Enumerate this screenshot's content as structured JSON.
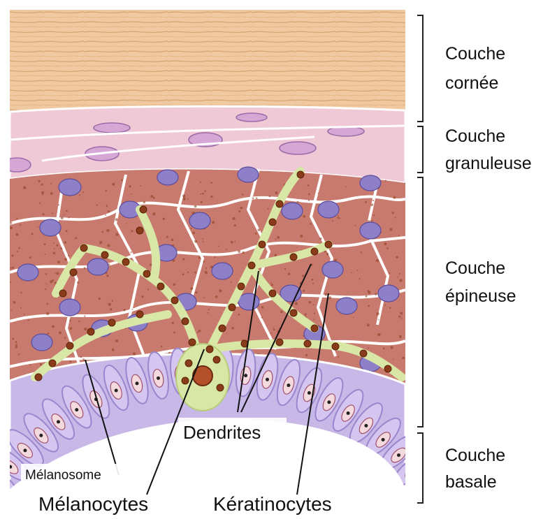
{
  "diagram": {
    "layers": [
      {
        "id": "cornee",
        "lines": [
          "Couche",
          "cornée"
        ]
      },
      {
        "id": "granuleuse",
        "lines": [
          "Couche",
          "granuleuse"
        ]
      },
      {
        "id": "epineuse",
        "lines": [
          "Couche",
          "épineuse"
        ]
      },
      {
        "id": "basale",
        "lines": [
          "Couche",
          "basale"
        ]
      }
    ],
    "callouts": {
      "dendrites": "Dendrites",
      "melanosome": "Mélanosome",
      "melanocytes": "Mélanocytes",
      "keratinocytes": "Kératinocytes"
    },
    "colors": {
      "cornee": "#f0c9a0",
      "granuleuse": "#efc9d6",
      "epineuse": "#c97a6e",
      "nucleus": "#8e7fc9",
      "melanocyte": "#d8e6a6",
      "basal_cell": "#c7b8e8",
      "melanosome": "#8a3c1a"
    }
  }
}
